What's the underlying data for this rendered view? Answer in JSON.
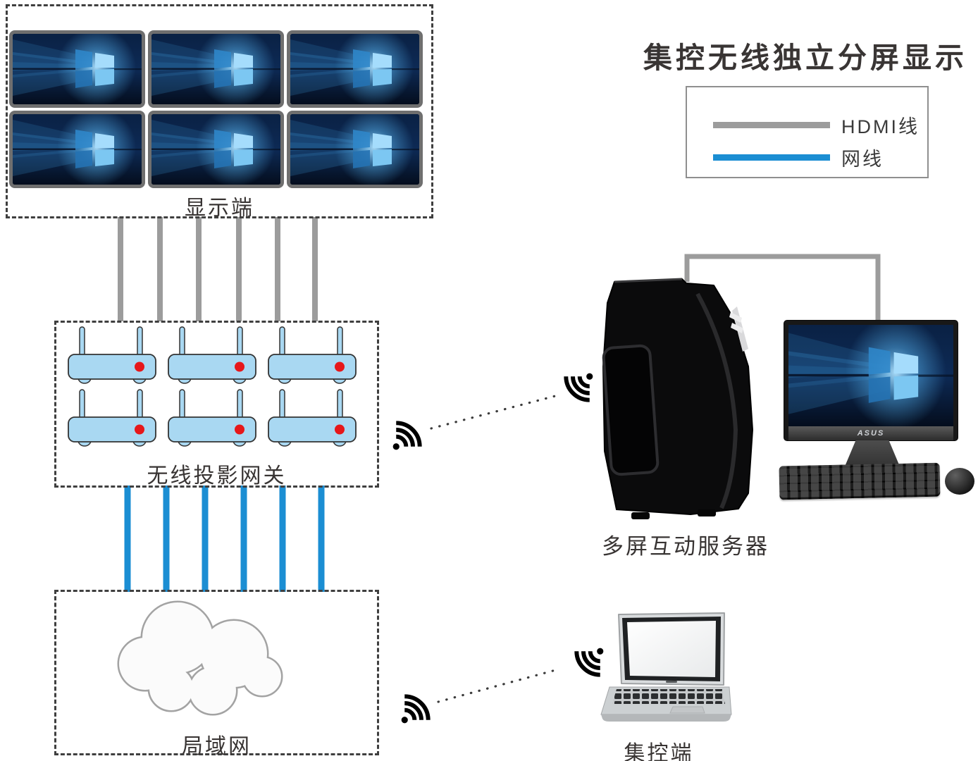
{
  "title": "集控无线独立分屏显示",
  "legend": {
    "hdmi": {
      "label": "HDMI线",
      "color": "#9c9c9c"
    },
    "network": {
      "label": "网线",
      "color": "#1b8ed3"
    }
  },
  "display_wall": {
    "label": "显示端",
    "screen_count": 6,
    "grid": "2x3"
  },
  "gateway_group": {
    "label": "无线投影网关",
    "device_count": 6,
    "status_led_color": "#e6171a"
  },
  "lan": {
    "label": "局域网"
  },
  "server": {
    "label": "多屏互动服务器",
    "monitor_brand": "ASUS"
  },
  "controller": {
    "label": "集控端"
  },
  "connections": [
    {
      "from": "显示端",
      "to": "无线投影网关",
      "cable": "HDMI线",
      "count": 6
    },
    {
      "from": "无线投影网关",
      "to": "局域网",
      "cable": "网线",
      "count": 6
    },
    {
      "from": "多屏互动服务器",
      "to": "显示器",
      "cable": "HDMI线",
      "count": 1
    },
    {
      "from": "无线投影网关",
      "to": "多屏互动服务器",
      "type": "无线"
    },
    {
      "from": "局域网",
      "to": "集控端",
      "type": "无线"
    }
  ]
}
